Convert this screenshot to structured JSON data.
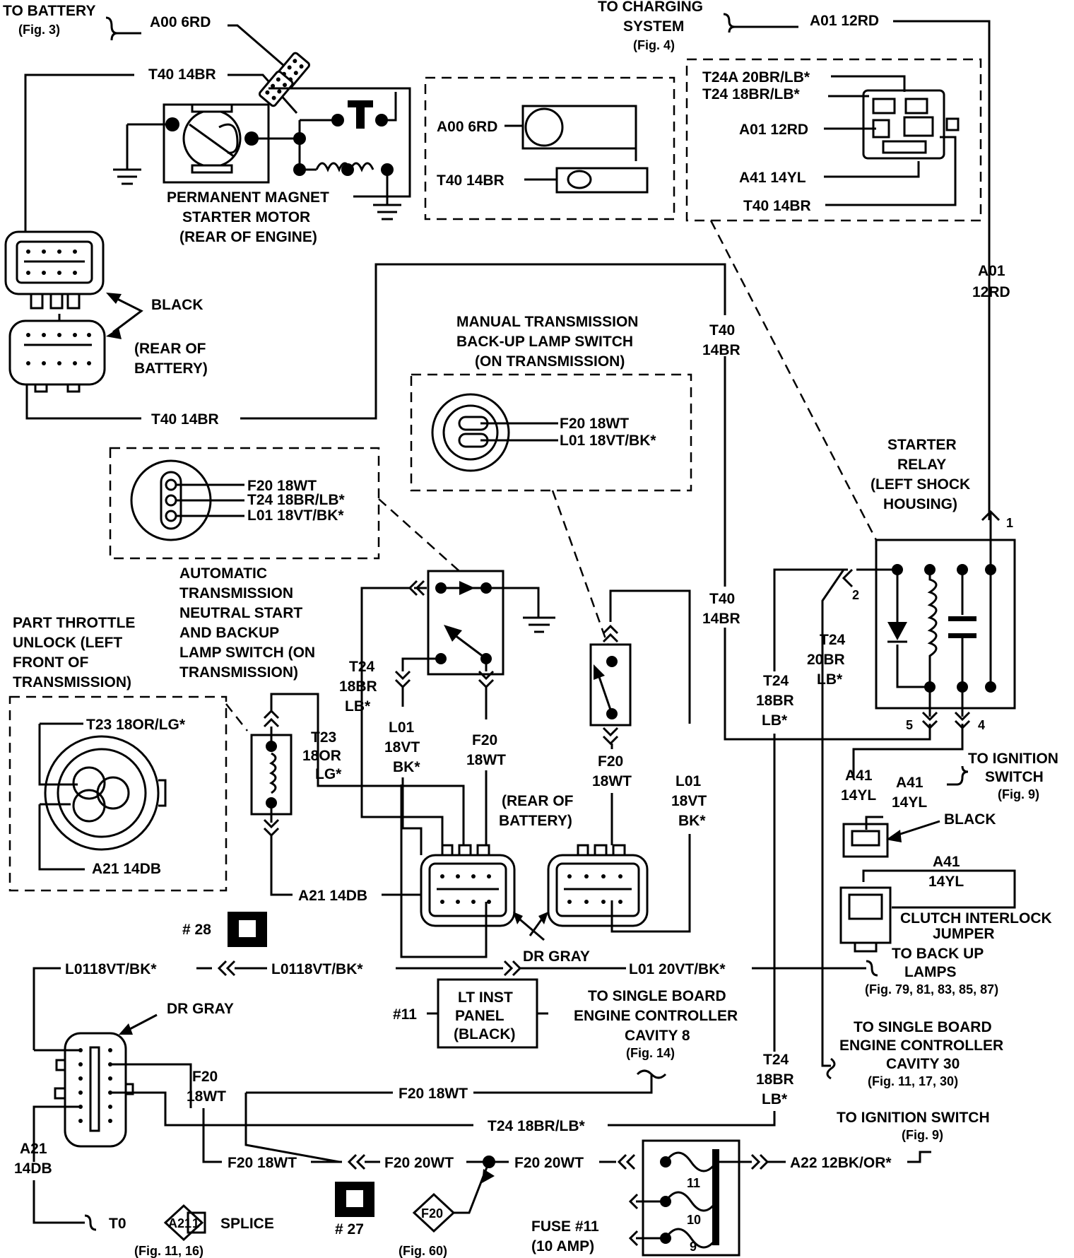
{
  "top": {
    "to_battery": "TO BATTERY",
    "fig3": "(Fig. 3)",
    "a00_6rd": "A00 6RD",
    "t40_14br": "T40 14BR",
    "to_charging": "TO CHARGING",
    "system": "SYSTEM",
    "fig4": "(Fig. 4)",
    "a01_12rd": "A01 12RD"
  },
  "starter_motor": {
    "line1": "PERMANENT MAGNET",
    "line2": "STARTER  MOTOR",
    "line3": "(REAR OF ENGINE)"
  },
  "terminal_detail": {
    "a00": "A00 6RD",
    "t40": "T40 14BR"
  },
  "relay_detail": {
    "w1": "T24A 20BR/LB*",
    "w2": "T24 18BR/LB*",
    "w3": "A01 12RD",
    "w4": "A41 14YL",
    "w5": "T40 14BR"
  },
  "left_connector": {
    "black": "BLACK",
    "rear1": "(REAR OF",
    "rear2": "BATTERY)",
    "t40": "T40 14BR"
  },
  "a01_vertical": {
    "l1": "A01",
    "l2": "12RD"
  },
  "t40_vertical": {
    "l1": "T40",
    "l2": "14BR"
  },
  "manual_switch": {
    "line1": "MANUAL TRANSMISSION",
    "line2": "BACK-UP LAMP SWITCH",
    "line3": "(ON TRANSMISSION)",
    "f20": "F20 18WT",
    "l01": "L01 18VT/BK*"
  },
  "auto_detail": {
    "f20": "F20 18WT",
    "t24": "T24 18BR/LB*",
    "l01": "L01 18VT/BK*"
  },
  "starter_relay": {
    "line1": "STARTER",
    "line2": "RELAY",
    "line3": "(LEFT SHOCK",
    "line4": "HOUSING)",
    "pin1": "1",
    "pin2": "2",
    "pin4": "4",
    "pin5": "5"
  },
  "auto_switch": {
    "line1": "AUTOMATIC",
    "line2": "TRANSMISSION",
    "line3": "NEUTRAL START",
    "line4": "AND BACKUP",
    "line5": "LAMP SWITCH (ON",
    "line6": "TRANSMISSION)"
  },
  "part_throttle": {
    "line1": "PART THROTTLE",
    "line2": "UNLOCK (LEFT",
    "line3": "FRONT OF",
    "line4": "TRANSMISSION)",
    "t23": "T23  18OR/LG*",
    "a21": "A21 14DB"
  },
  "wire_labels": {
    "t40_a": "T40",
    "t40_b": "14BR",
    "t24_20_a": "T24",
    "t24_20_b": "20BR",
    "t24_20_c": "LB*",
    "t24_18_a": "T24",
    "t24_18_b": "18BR",
    "t24_18_c": "LB*",
    "t24_left_a": "T24",
    "t24_left_b": "18BR",
    "t24_left_c": "LB*",
    "l01_a": "L01",
    "l01_b": "18VT",
    "l01_c": "BK*",
    "f20_a": "F20",
    "f20_b": "18WT",
    "t23_a": "T23",
    "t23_b": "18OR",
    "t23_c": "LG*",
    "f20_m_a": "F20",
    "f20_m_b": "18WT",
    "l01_r_a": "L01",
    "l01_r_b": "18VT",
    "l01_r_c": "BK*",
    "rear_a": "(REAR OF",
    "rear_b": "BATTERY)",
    "a21_14db": "A21 14DB",
    "dr_gray": "DR GRAY"
  },
  "ignition": {
    "to_ign": "TO IGNITION",
    "switch": "SWITCH",
    "fig9": "(Fig. 9)",
    "a41_a": "A41",
    "a41_b": "14YL",
    "a41_c": "A41",
    "a41_d": "14YL",
    "black": "BLACK",
    "a41_e": "A41",
    "a41_f": "14YL",
    "clutch1": "CLUTCH INTERLOCK",
    "clutch2": "JUMPER"
  },
  "backup": {
    "l01_left": "L0118VT/BK*",
    "l01_mid": "L0118VT/BK*",
    "l01_right": "L01 20VT/BK*",
    "to_backup1": "TO BACK UP",
    "to_backup2": "LAMPS",
    "figs": "(Fig. 79, 81, 83, 85, 87)"
  },
  "lower": {
    "c28": "# 28",
    "dr_gray": "DR GRAY",
    "c11": "#11",
    "lt_inst1": "LT INST",
    "lt_inst2": "PANEL",
    "lt_inst3": "(BLACK)",
    "sbec8_1": "TO SINGLE BOARD",
    "sbec8_2": "ENGINE CONTROLLER",
    "sbec8_3": "CAVITY 8",
    "sbec8_fig": "(Fig. 14)",
    "sbec30_1": "TO SINGLE BOARD",
    "sbec30_2": "ENGINE CONTROLLER",
    "sbec30_3": "CAVITY 30",
    "sbec30_fig": "(Fig. 11, 17, 30)",
    "t24_a": "T24",
    "t24_b": "18BR",
    "t24_c": "LB*",
    "f20_18wt_line": "F20 18WT",
    "t24_line": "T24 18BR/LB*",
    "f20_a": "F20",
    "f20_b": "18WT",
    "a21_a": "A21",
    "a21_b": "14DB",
    "f20_18wt_bottom": "F20 18WT",
    "f20_20wt_1": "F20 20WT",
    "f20_20wt_2": "F20 20WT",
    "c27": "# 27",
    "to_ign_sw": "TO IGNITION SWITCH",
    "fig9": "(Fig. 9)",
    "a22": "A22 12BK/OR*",
    "fuse_11": "11",
    "fuse_10": "10",
    "fuse_9": "9",
    "fuse1": "FUSE #11",
    "fuse2": "(10 AMP)",
    "to": "T0",
    "splice_a21": "A21",
    "splice_1": "1",
    "splice": "SPLICE",
    "fig11_16": "(Fig. 11, 16)",
    "f20_diamond": "F20",
    "fig60": "(Fig. 60)"
  }
}
